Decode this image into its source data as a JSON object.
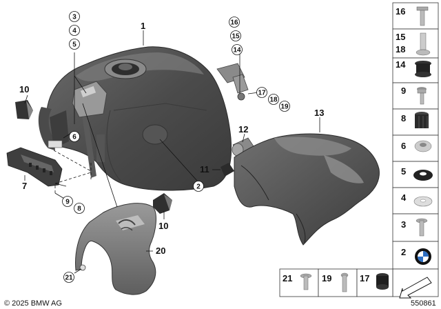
{
  "callouts": {
    "c1": "1",
    "c2": "2",
    "c3": "3",
    "c4": "4",
    "c5": "5",
    "c6": "6",
    "c7": "7",
    "c8": "8",
    "c9": "9",
    "c10a": "10",
    "c10b": "10",
    "c11": "11",
    "c12": "12",
    "c13": "13",
    "c14": "14",
    "c15": "15",
    "c16": "16",
    "c17": "17",
    "c18": "18",
    "c19": "19",
    "c20": "20",
    "c21": "21"
  },
  "parts_panel": {
    "p16": "16",
    "p15": "15",
    "p18": "18",
    "p14": "14",
    "p9": "9",
    "p8": "8",
    "p6": "6",
    "p5": "5",
    "p4": "4",
    "p3": "3",
    "p2": "2",
    "p21": "21",
    "p19": "19",
    "p17": "17"
  },
  "copyright": "© 2025 BMW AG",
  "diagram_number": "550861",
  "colors": {
    "part_dark": "#555555",
    "part_mid": "#7a7a7a",
    "line": "#111111",
    "panel_border": "#333333"
  },
  "icons": [
    "bmw-logo-icon",
    "arrow-down-left-icon"
  ]
}
